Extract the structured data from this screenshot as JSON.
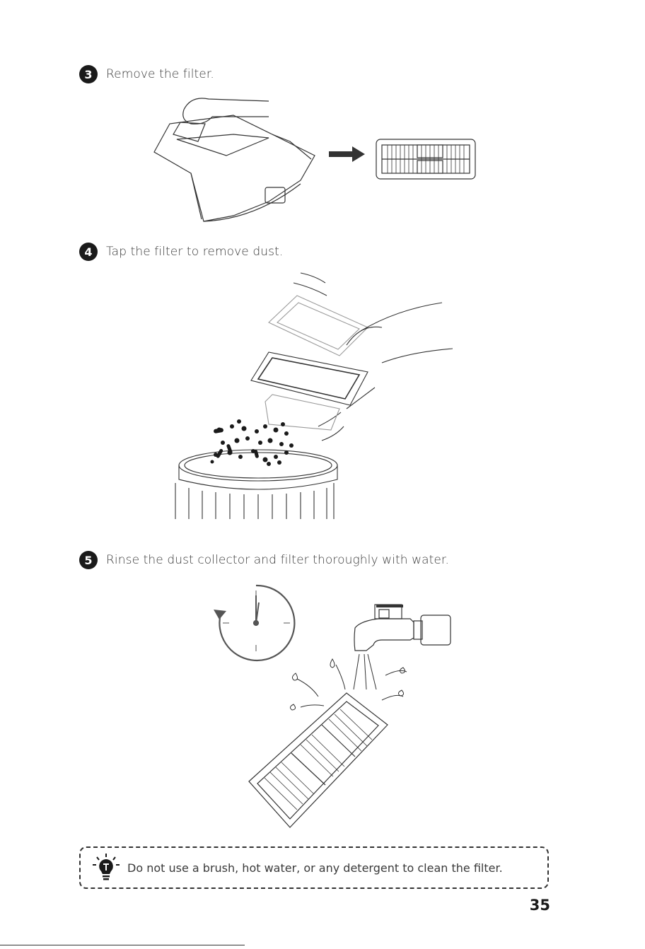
{
  "steps": [
    {
      "number": "3",
      "text": "Remove the filter."
    },
    {
      "number": "4",
      "text": "Tap the filter to remove dust."
    },
    {
      "number": "5",
      "text": "Rinse the dust collector and filter thoroughly with water."
    }
  ],
  "note": {
    "icon": "lightbulb-icon",
    "text": "Do not use a brush, hot water, or any detergent to clean the filter."
  },
  "page_number": "35",
  "colors": {
    "ink": "#1a1a1a",
    "text": "#3a3a3a",
    "line": "#333333"
  }
}
